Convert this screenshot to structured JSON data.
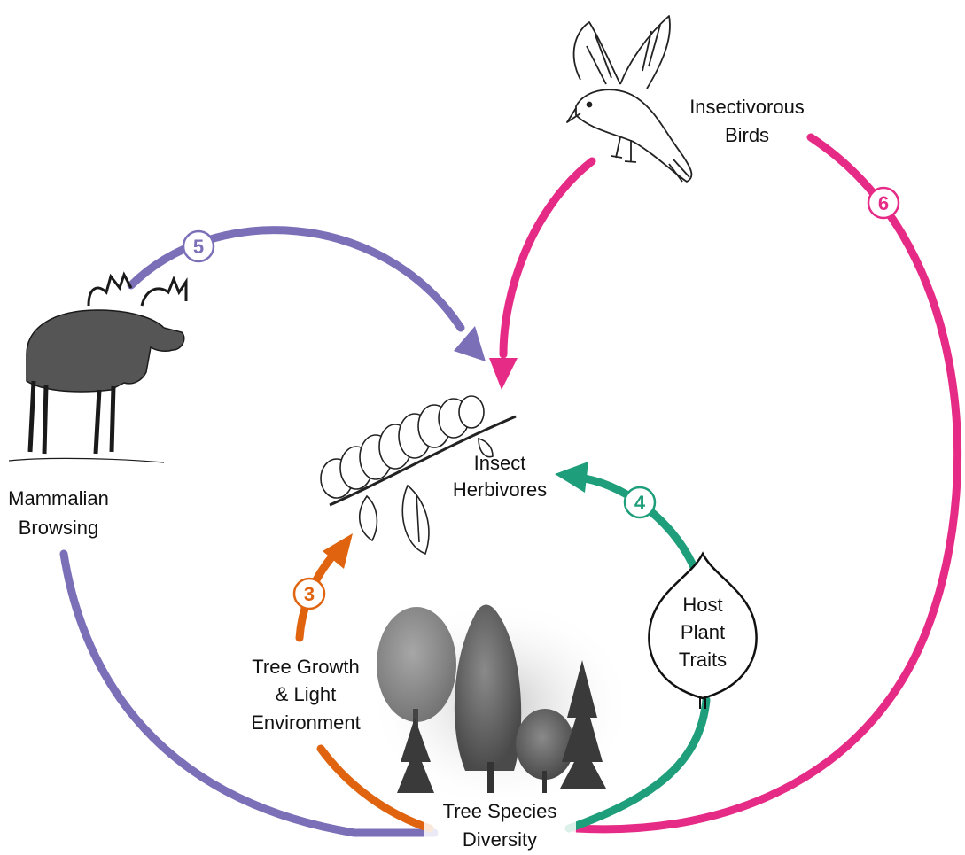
{
  "nodes": {
    "birds": {
      "line1": "Insectivorous",
      "line2": "Birds"
    },
    "mammal": {
      "line1": "Mammalian",
      "line2": "Browsing"
    },
    "insect": {
      "line1": "Insect",
      "line2": "Herbivores"
    },
    "traits": {
      "line1": "Host",
      "line2": "Plant",
      "line3": "Traits"
    },
    "growth": {
      "line1": "Tree Growth",
      "line2": "& Light",
      "line3": "Environment"
    },
    "diversity": {
      "line1": "Tree Species",
      "line2": "Diversity"
    }
  },
  "pathways": [
    {
      "number": "3",
      "color": "#e0640f"
    },
    {
      "number": "4",
      "color": "#1e9e7a"
    },
    {
      "number": "5",
      "color": "#7b6fb8"
    },
    {
      "number": "6",
      "color": "#e62b86"
    }
  ],
  "icons": [
    "bird-illustration",
    "moose-illustration",
    "caterpillar-illustration",
    "leaf-illustration",
    "trees-illustration"
  ]
}
